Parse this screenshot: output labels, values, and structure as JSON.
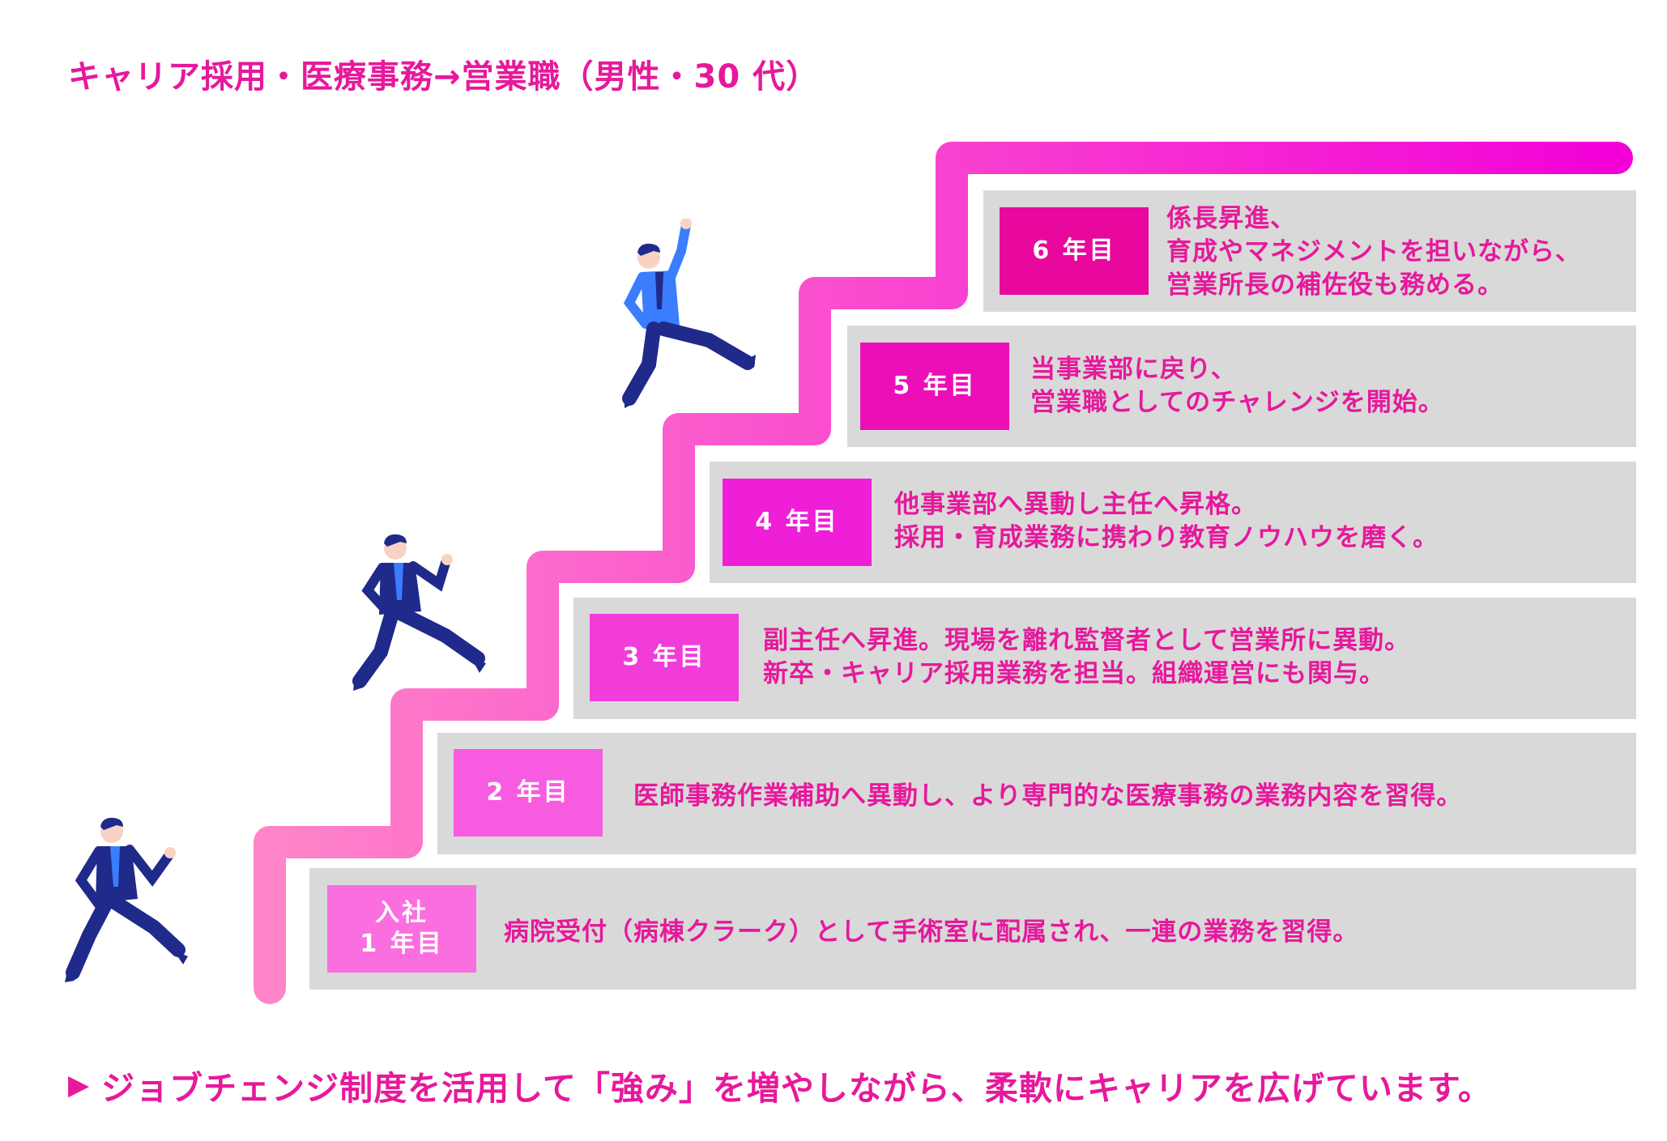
{
  "title": "キャリア採用・医療事務→営業職（男性・30 代）",
  "colors": {
    "accent": "#e6199b",
    "panel": "#d9d9d9",
    "stair_start": "#ff85c8",
    "stair_end": "#f200d8",
    "suit": "#1f2a8a",
    "shirt": "#3a7dff"
  },
  "steps": [
    {
      "badge_top": "入社",
      "badge": "1 年目",
      "badge_color": "#fa6ee0",
      "lines": [
        "病院受付（病棟クラーク）として手術室に配属され、一連の業務を習得。"
      ]
    },
    {
      "badge": "2 年目",
      "badge_color": "#f75ce0",
      "lines": [
        "医師事務作業補助へ異動し、より専門的な医療事務の業務内容を習得。"
      ]
    },
    {
      "badge": "3 年目",
      "badge_color": "#f23cda",
      "lines": [
        "副主任へ昇進。現場を離れ監督者として営業所に異動。",
        "新卒・キャリア採用業務を担当。組織運営にも関与。"
      ]
    },
    {
      "badge": "4 年目",
      "badge_color": "#ee1fd6",
      "lines": [
        "他事業部へ異動し主任へ昇格。",
        "採用・育成業務に携わり教育ノウハウを磨く。"
      ]
    },
    {
      "badge": "5 年目",
      "badge_color": "#ec0fb8",
      "lines": [
        "当事業部に戻り、",
        "営業職としてのチャレンジを開始。"
      ]
    },
    {
      "badge": "6 年目",
      "badge_color": "#e8089e",
      "lines": [
        "係長昇進、",
        "育成やマネジメントを担いながら、",
        "営業所長の補佐役も務める。"
      ]
    }
  ],
  "footer": {
    "marker": "▶",
    "text": "ジョブチェンジ制度を活用して「強み」を増やしながら、柔軟にキャリアを広げています。"
  }
}
